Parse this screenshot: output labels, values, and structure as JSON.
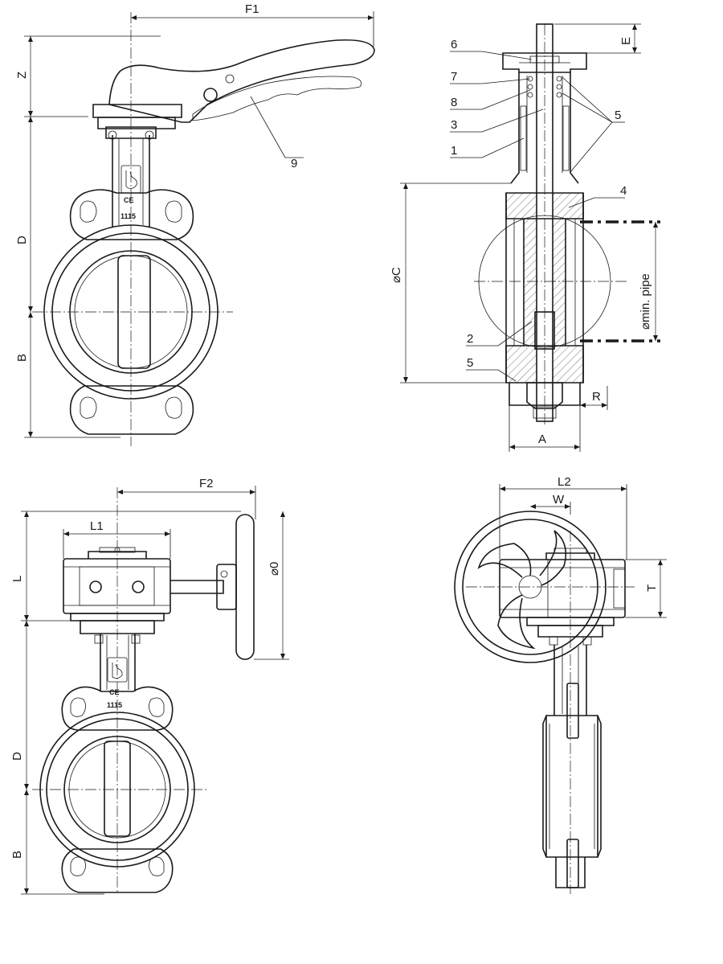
{
  "lever_view": {
    "dims": {
      "f1": "F1",
      "z": "Z",
      "d": "D",
      "b": "B"
    },
    "callout": "9",
    "body_mark": "1115"
  },
  "section_view": {
    "dims": {
      "e": "E",
      "c": "C",
      "min_pipe": "min. pipe",
      "r": "R",
      "a": "A"
    },
    "callouts": [
      "6",
      "7",
      "8",
      "3",
      "1",
      "5",
      "4",
      "2",
      "5"
    ]
  },
  "gear_side_view": {
    "dims": {
      "f2": "F2",
      "l1": "L1",
      "l": "L",
      "o": "0",
      "d": "D",
      "b": "B"
    },
    "body_mark": "1115"
  },
  "gear_front_view": {
    "dims": {
      "l2": "L2",
      "w": "W",
      "t": "T"
    }
  }
}
